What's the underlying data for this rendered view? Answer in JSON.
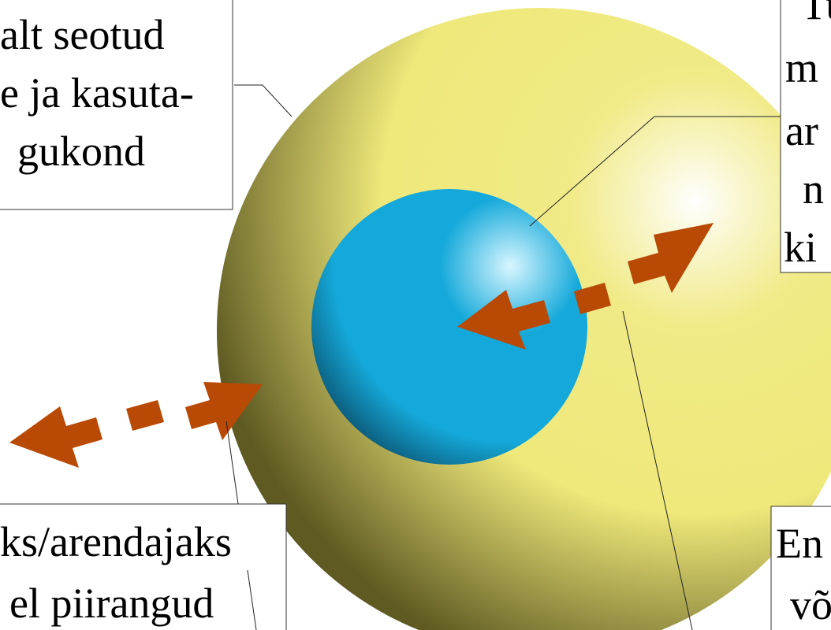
{
  "diagram": {
    "colors": {
      "outer_sphere_light": "#ffffff",
      "outer_sphere_mid": "#efe87a",
      "outer_sphere_dark": "#5e5a22",
      "inner_sphere_light": "#d8f6ff",
      "inner_sphere_mid": "#14a9da",
      "inner_sphere_dark": "#0b4f6b",
      "arrow": "#b84a06",
      "box_border": "#333333",
      "leader_line": "#222222"
    },
    "labels": {
      "top_left": [
        "alt seotud",
        "e ja kasuta-",
        "gukond"
      ],
      "top_right": [
        "Tu",
        "m",
        "ar",
        "n",
        "ki"
      ],
      "bottom_left": [
        "ks/arendajaks",
        "el piirangud"
      ],
      "bottom_right": [
        "En",
        "võ"
      ]
    }
  }
}
